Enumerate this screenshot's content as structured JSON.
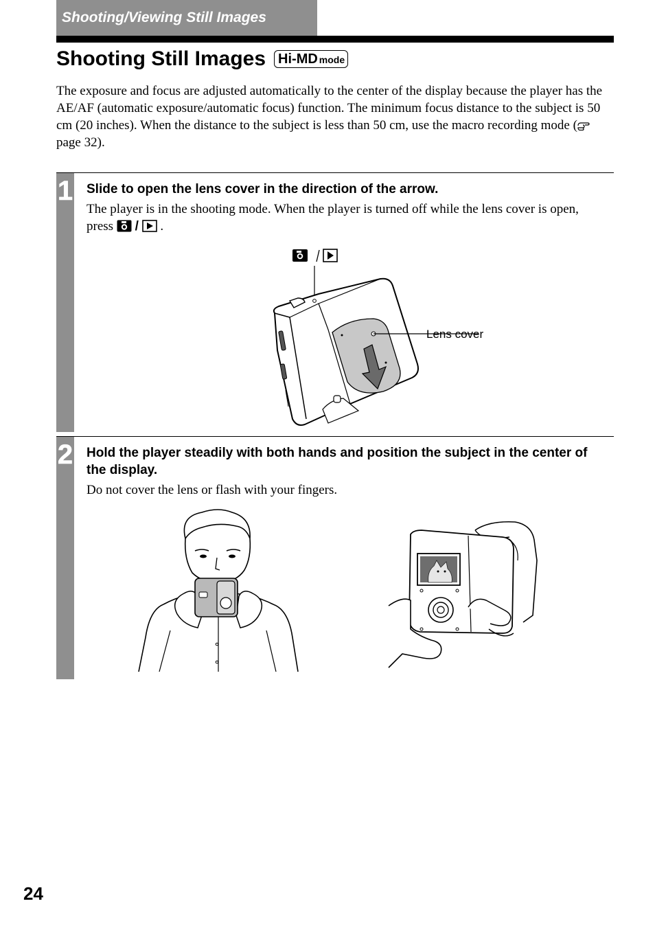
{
  "header": {
    "section": "Shooting/Viewing Still Images",
    "title": "Shooting Still Images",
    "mode_badge_main": "Hi-MD",
    "mode_badge_sub": "mode"
  },
  "intro": {
    "text_before_ref": "The exposure and focus are adjusted automatically to the center of the display because the player has the AE/AF (automatic exposure/automatic focus) function. The minimum focus distance to the subject is 50 cm (20 inches). When the distance to the subject is less than 50 cm, use the macro recording mode (",
    "ref_icon": "pointing-hand-icon",
    "text_after_ref": " page 32)."
  },
  "steps": [
    {
      "number": "1",
      "heading": "Slide to open the lens cover in the direction of the arrow.",
      "body_before_icon": "The player is in the shooting mode. When the player is turned off while the lens cover is open, press ",
      "icon_separator": "/",
      "body_after_icon": " .",
      "figure": {
        "button_label_separator": "/",
        "callout": "Lens cover"
      }
    },
    {
      "number": "2",
      "heading": "Hold the player steadily with both hands and position the subject in the center of the display.",
      "body": "Do not cover the lens or flash with your fingers."
    }
  ],
  "footer": {
    "page_number": "24"
  },
  "icons": {
    "camera": "camera-icon",
    "play": "play-icon"
  },
  "colors": {
    "accent_gray": "#8f8f8f",
    "text": "#000000"
  }
}
